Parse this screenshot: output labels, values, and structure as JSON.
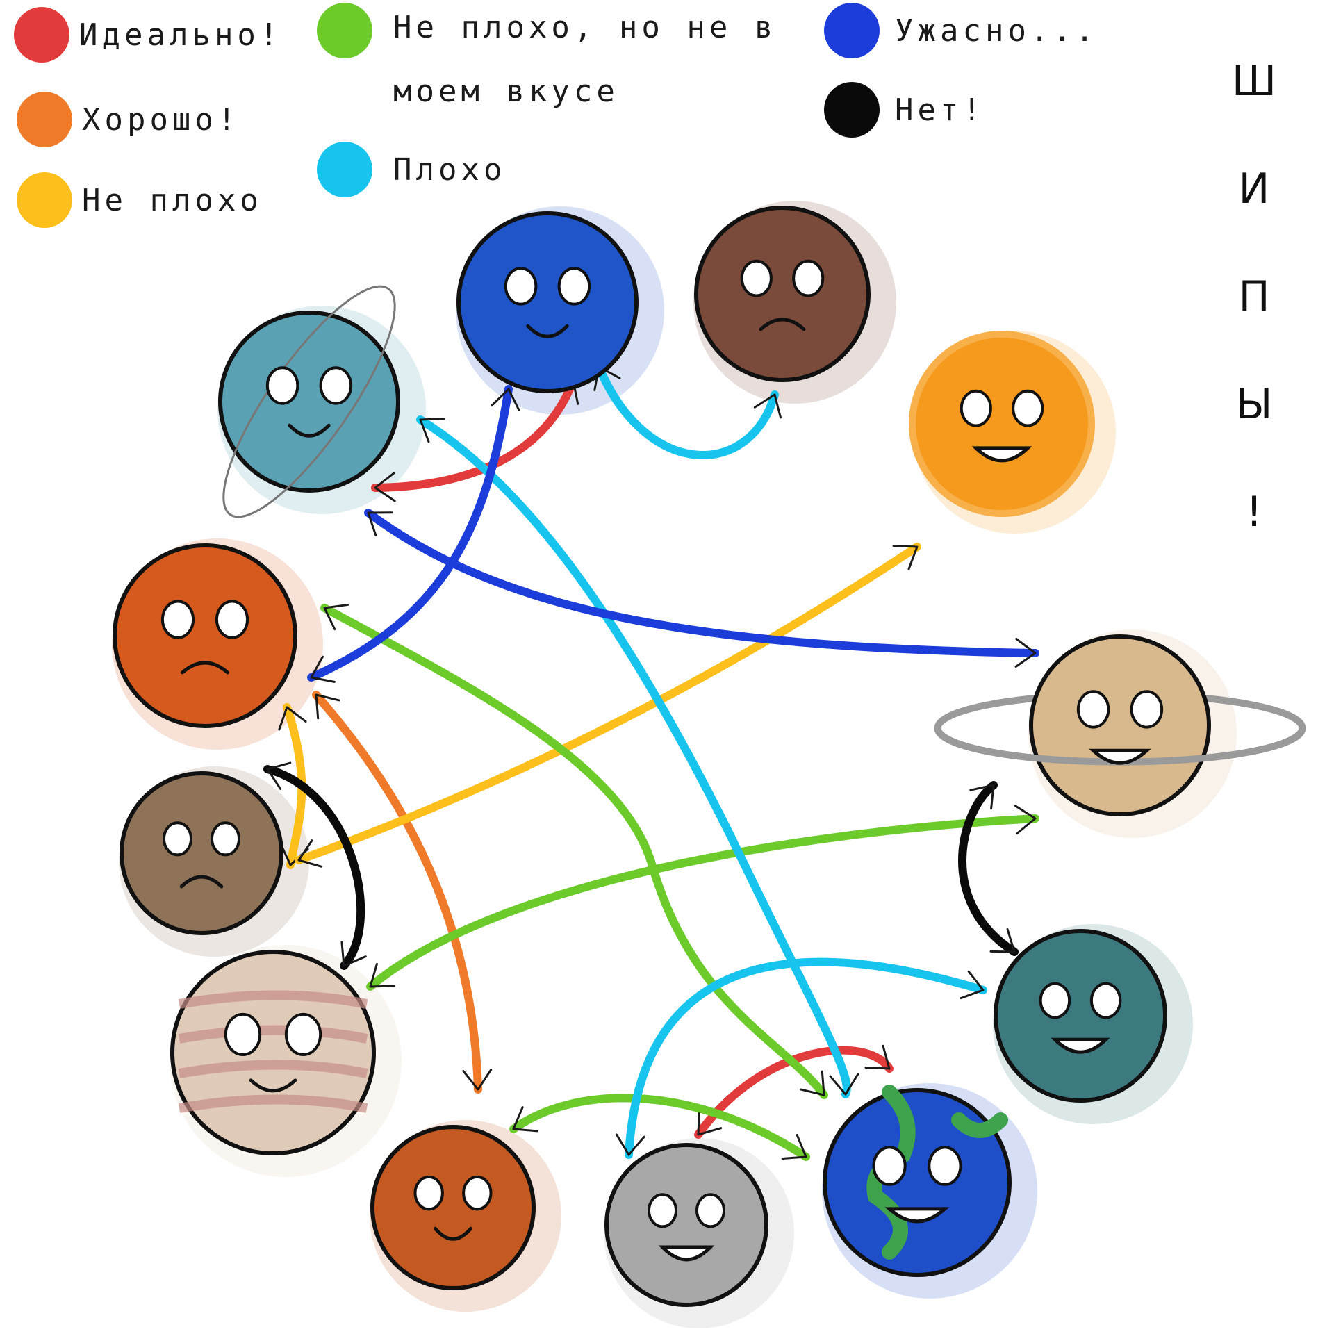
{
  "legend": [
    {
      "label": "Идеально!",
      "color": "#e23b3b"
    },
    {
      "label": "Хорошо!",
      "color": "#ee7a2a"
    },
    {
      "label": "Не плохо",
      "color": "#fdbf1c"
    },
    {
      "label": "Не плохо, но не в моем вкусе",
      "color": "#6ccb2b"
    },
    {
      "label": "Плохо",
      "color": "#17c4ee"
    },
    {
      "label": "Ужасно...",
      "color": "#1d3ddb"
    },
    {
      "label": "Нет!",
      "color": "#0a0a0a"
    }
  ],
  "title_chars": [
    "Ш",
    "И",
    "П",
    "Ы",
    "!"
  ],
  "bodies": [
    {
      "id": "uranus",
      "name": "Uranus",
      "color": "#5aa1b4"
    },
    {
      "id": "neptune",
      "name": "Neptune",
      "color": "#1f55c8"
    },
    {
      "id": "pluto",
      "name": "Pluto",
      "color": "#7a4a3a"
    },
    {
      "id": "sun",
      "name": "Sun",
      "color": "#f59a1c"
    },
    {
      "id": "venus",
      "name": "Venus",
      "color": "#d65a1e"
    },
    {
      "id": "saturn",
      "name": "Saturn",
      "color": "#d8b98e"
    },
    {
      "id": "mercury",
      "name": "Mercury",
      "color": "#8e7358"
    },
    {
      "id": "jupiter",
      "name": "Jupiter",
      "color": "#e0cbb9"
    },
    {
      "id": "kepler",
      "name": "Exoplanet",
      "color": "#3d7a80"
    },
    {
      "id": "mars",
      "name": "Mars",
      "color": "#c45a22"
    },
    {
      "id": "moon",
      "name": "Moon",
      "color": "#a8a8a8"
    },
    {
      "id": "earth",
      "name": "Earth",
      "color": "#1e4fc8"
    }
  ],
  "ships": [
    {
      "from": "neptune",
      "to": "uranus",
      "rating": "Идеально!"
    },
    {
      "from": "earth",
      "to": "moon",
      "rating": "Идеально!"
    },
    {
      "from": "venus",
      "to": "mars",
      "rating": "Хорошо!"
    },
    {
      "from": "mercury",
      "to": "venus",
      "rating": "Не плохо"
    },
    {
      "from": "mercury",
      "to": "sun",
      "rating": "Не плохо"
    },
    {
      "from": "venus",
      "to": "earth",
      "rating": "Не плохо, но не в моем вкусе"
    },
    {
      "from": "jupiter",
      "to": "saturn",
      "rating": "Не плохо, но не в моем вкусе"
    },
    {
      "from": "mars",
      "to": "earth",
      "rating": "Не плохо, но не в моем вкусе"
    },
    {
      "from": "uranus",
      "to": "earth",
      "rating": "Плохо"
    },
    {
      "from": "neptune",
      "to": "pluto",
      "rating": "Плохо"
    },
    {
      "from": "moon",
      "to": "kepler",
      "rating": "Плохо"
    },
    {
      "from": "venus",
      "to": "neptune",
      "rating": "Ужасно..."
    },
    {
      "from": "uranus",
      "to": "saturn",
      "rating": "Ужасно..."
    },
    {
      "from": "mercury",
      "to": "jupiter",
      "rating": "Нет!"
    },
    {
      "from": "kepler",
      "to": "saturn",
      "rating": "Нет!"
    }
  ]
}
